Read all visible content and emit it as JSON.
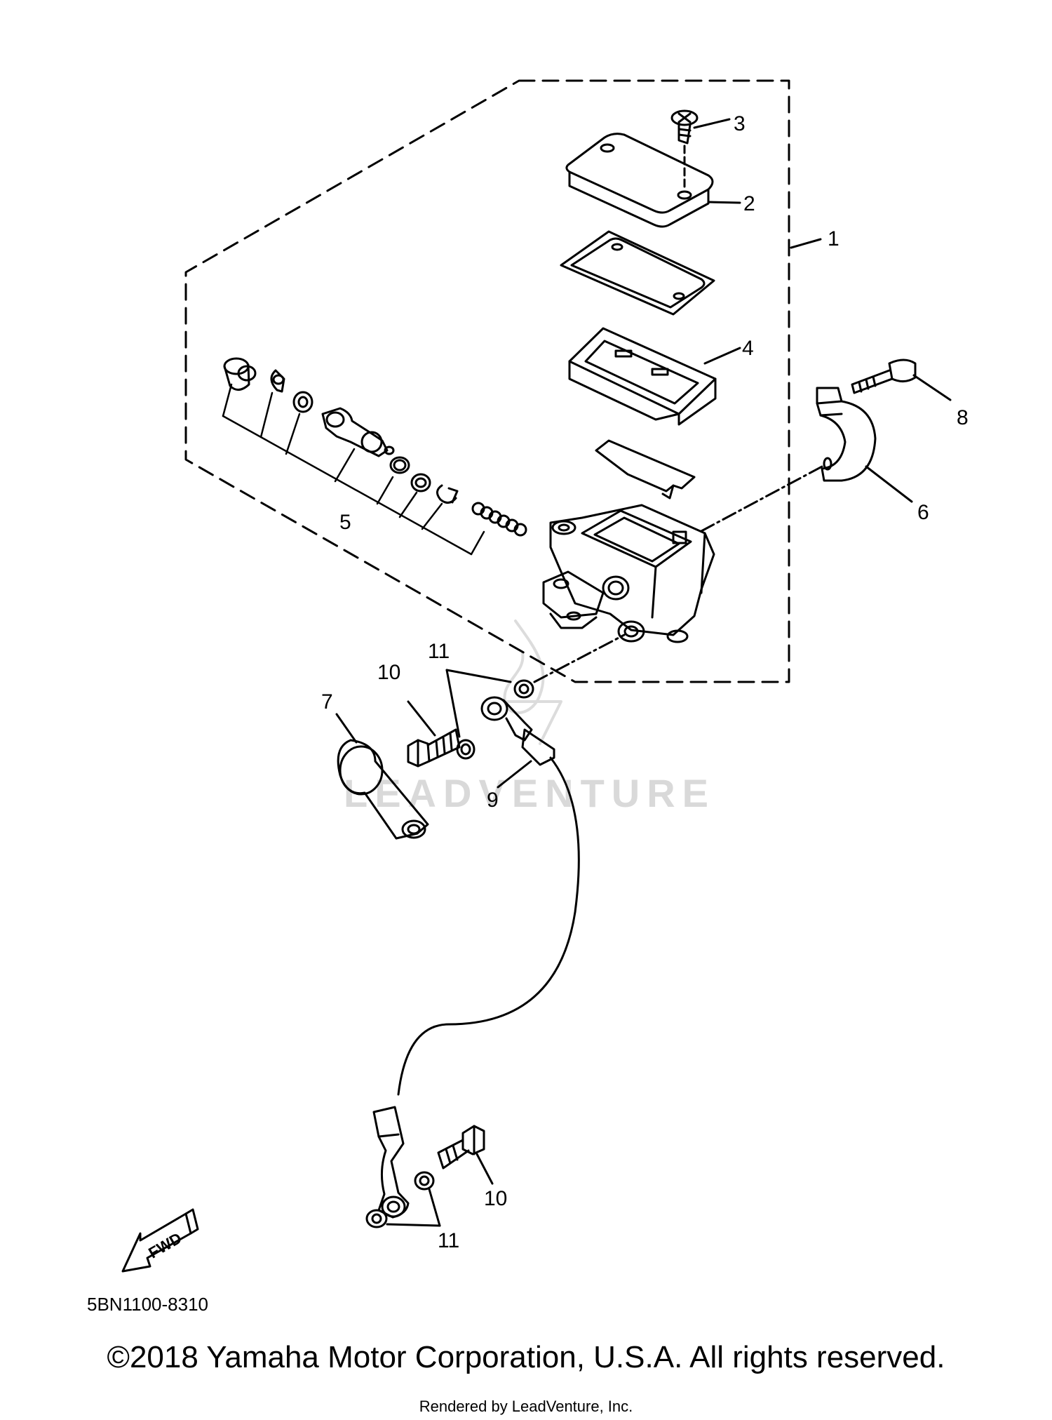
{
  "diagram": {
    "callouts": {
      "c1": "1",
      "c2": "2",
      "c3": "3",
      "c4": "4",
      "c5": "5",
      "c6": "6",
      "c7": "7",
      "c8": "8",
      "c9": "9",
      "c10a": "10",
      "c10b": "10",
      "c11a": "11",
      "c11b": "11"
    },
    "fwd_label": "FWD",
    "diagram_code": "5BN1100-8310",
    "watermark": "LEADVENTURE"
  },
  "footer": {
    "copyright": "©2018 Yamaha Motor Corporation, U.S.A. All rights reserved.",
    "rendered_by": "Rendered by LeadVenture, Inc."
  }
}
